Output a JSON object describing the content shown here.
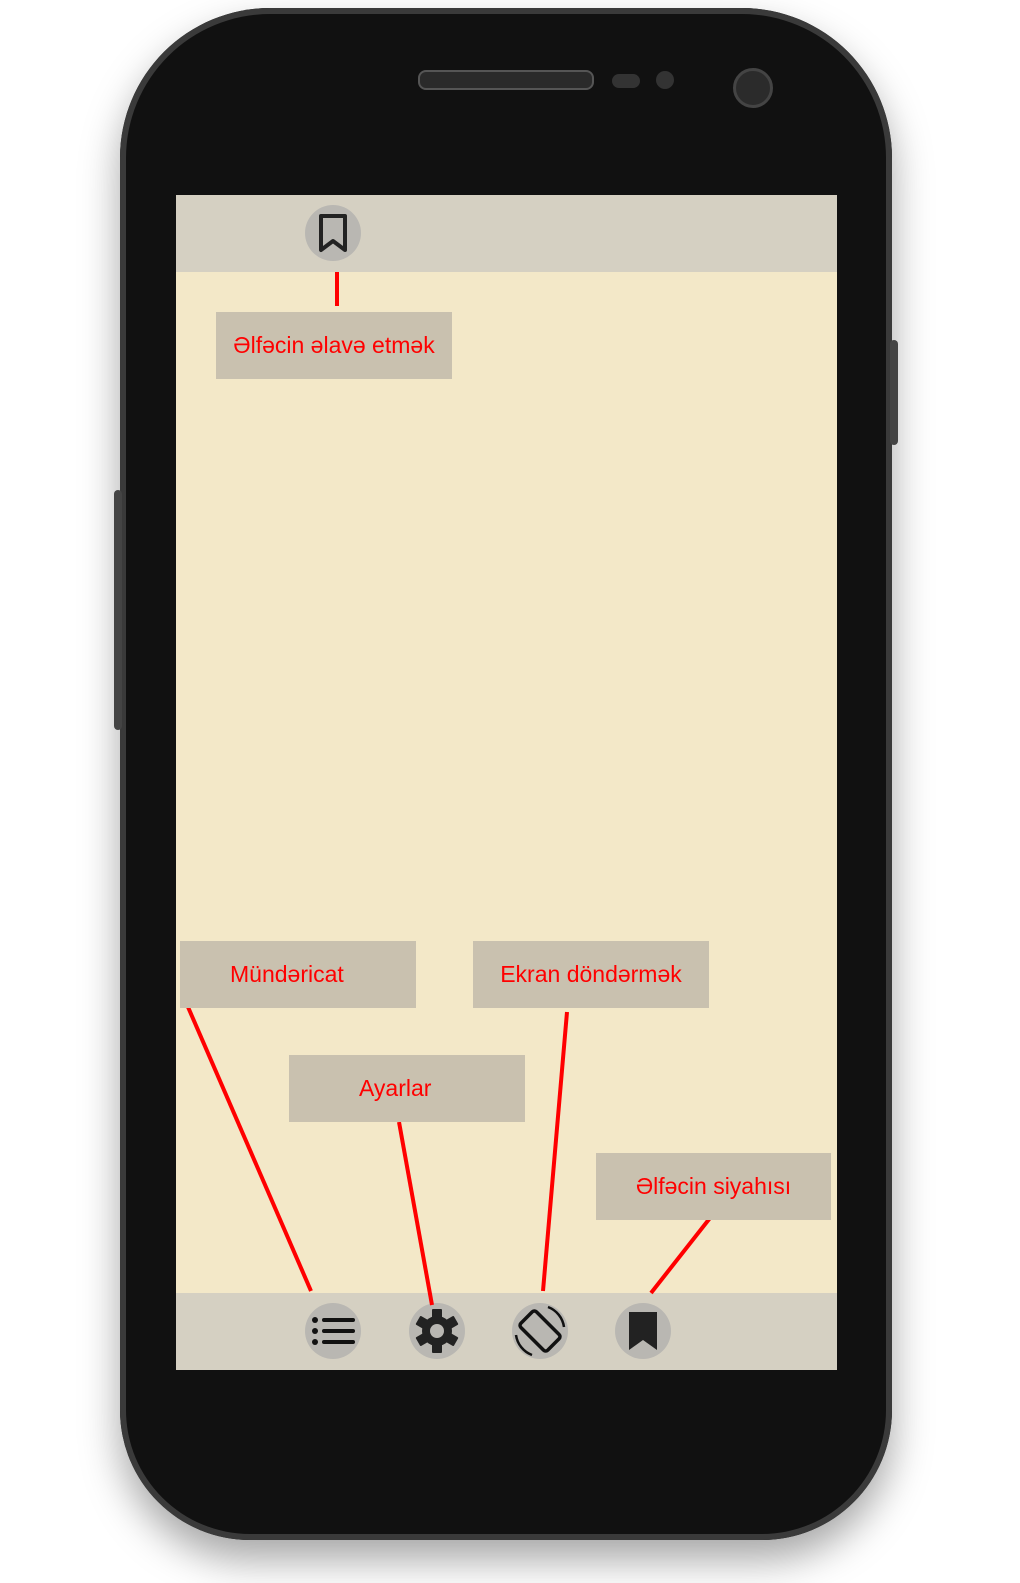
{
  "labels": {
    "add_bookmark": "Əlfəcin əlavə etmək",
    "contents": "Mündəricat",
    "rotate_screen": "Ekran döndərmək",
    "settings": "Ayarlar",
    "bookmark_list": "Əlfəcin siyahısı"
  },
  "colors": {
    "annotation": "#ff0000",
    "page_bg": "#f3e8c8",
    "bar_bg": "#d5d0c2",
    "label_bg": "#c9c1af"
  }
}
